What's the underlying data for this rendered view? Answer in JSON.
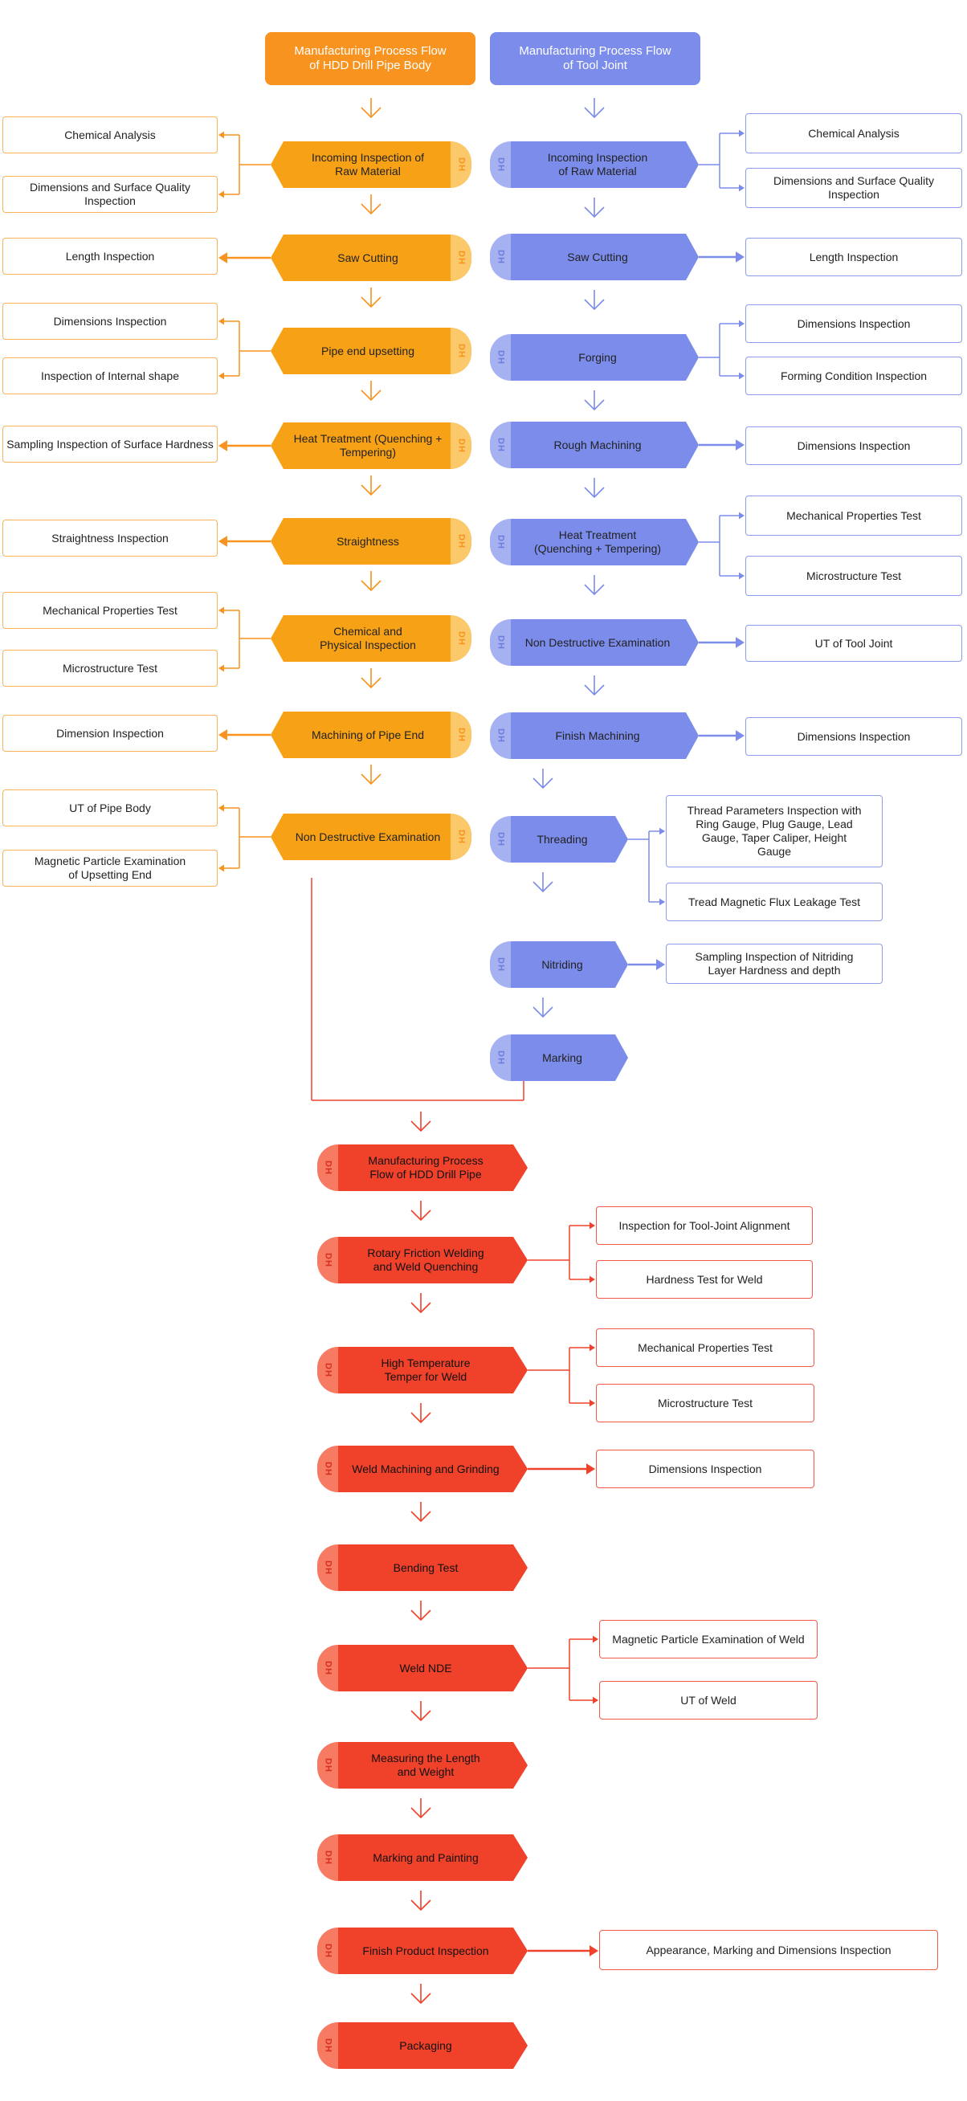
{
  "headers": {
    "pipe_body": "Manufacturing Process Flow\nof HDD Drill Pipe Body",
    "tool_joint": "Manufacturing Process Flow\nof Tool Joint"
  },
  "logo_text": "DH",
  "colors": {
    "orange": "#F7931E",
    "blue": "#7B8CEA",
    "red": "#F0412A"
  },
  "pipe_body_steps": [
    {
      "label": "Incoming Inspection of\nRaw Material",
      "checks": [
        "Chemical Analysis",
        "Dimensions and Surface Quality\nInspection"
      ]
    },
    {
      "label": "Saw Cutting",
      "checks": [
        "Length Inspection"
      ]
    },
    {
      "label": "Pipe end upsetting",
      "checks": [
        "Dimensions Inspection",
        "Inspection of Internal shape"
      ]
    },
    {
      "label": "Heat Treatment (Quenching +\nTempering)",
      "checks": [
        "Sampling Inspection of Surface Hardness"
      ]
    },
    {
      "label": "Straightness",
      "checks": [
        "Straightness Inspection"
      ]
    },
    {
      "label": "Chemical and\nPhysical Inspection",
      "checks": [
        "Mechanical Properties Test",
        "Microstructure Test"
      ]
    },
    {
      "label": "Machining of Pipe End",
      "checks": [
        "Dimension Inspection"
      ]
    },
    {
      "label": "Non Destructive Examination",
      "checks": [
        "UT of Pipe Body",
        "Magnetic Particle Examination\nof Upsetting End"
      ]
    }
  ],
  "tool_joint_steps": [
    {
      "label": "Incoming Inspection\nof Raw Material",
      "checks": [
        "Chemical Analysis",
        "Dimensions and Surface Quality\nInspection"
      ]
    },
    {
      "label": "Saw Cutting",
      "checks": [
        "Length Inspection"
      ]
    },
    {
      "label": "Forging",
      "checks": [
        "Dimensions Inspection",
        "Forming Condition Inspection"
      ]
    },
    {
      "label": "Rough Machining",
      "checks": [
        "Dimensions Inspection"
      ]
    },
    {
      "label": "Heat Treatment\n(Quenching + Tempering)",
      "checks": [
        "Mechanical Properties Test",
        "Microstructure Test"
      ]
    },
    {
      "label": "Non Destructive Examination",
      "checks": [
        "UT of Tool Joint"
      ]
    },
    {
      "label": "Finish Machining",
      "checks": [
        "Dimensions Inspection"
      ]
    },
    {
      "label": "Threading",
      "checks": [
        "Thread Parameters Inspection with\nRing Gauge, Plug Gauge, Lead\nGauge, Taper Caliper, Height\nGauge",
        "Tread Magnetic Flux Leakage Test"
      ]
    },
    {
      "label": "Nitriding",
      "checks": [
        "Sampling Inspection of Nitriding\nLayer Hardness and depth"
      ]
    },
    {
      "label": "Marking",
      "checks": []
    }
  ],
  "drill_pipe_steps": [
    {
      "label": "Manufacturing Process\nFlow of HDD Drill Pipe",
      "checks": []
    },
    {
      "label": "Rotary Friction Welding\nand Weld Quenching",
      "checks": [
        "Inspection for Tool-Joint Alignment",
        "Hardness Test for Weld"
      ]
    },
    {
      "label": "High Temperature\nTemper for Weld",
      "checks": [
        "Mechanical Properties Test",
        "Microstructure Test"
      ]
    },
    {
      "label": "Weld Machining and Grinding",
      "checks": [
        "Dimensions Inspection"
      ]
    },
    {
      "label": "Bending Test",
      "checks": []
    },
    {
      "label": "Weld NDE",
      "checks": [
        "Magnetic Particle Examination of Weld",
        "UT of Weld"
      ]
    },
    {
      "label": "Measuring the Length\nand Weight",
      "checks": []
    },
    {
      "label": "Marking and Painting",
      "checks": []
    },
    {
      "label": "Finish Product Inspection",
      "checks": [
        "Appearance, Marking and Dimensions Inspection"
      ]
    },
    {
      "label": "Packaging",
      "checks": []
    }
  ]
}
